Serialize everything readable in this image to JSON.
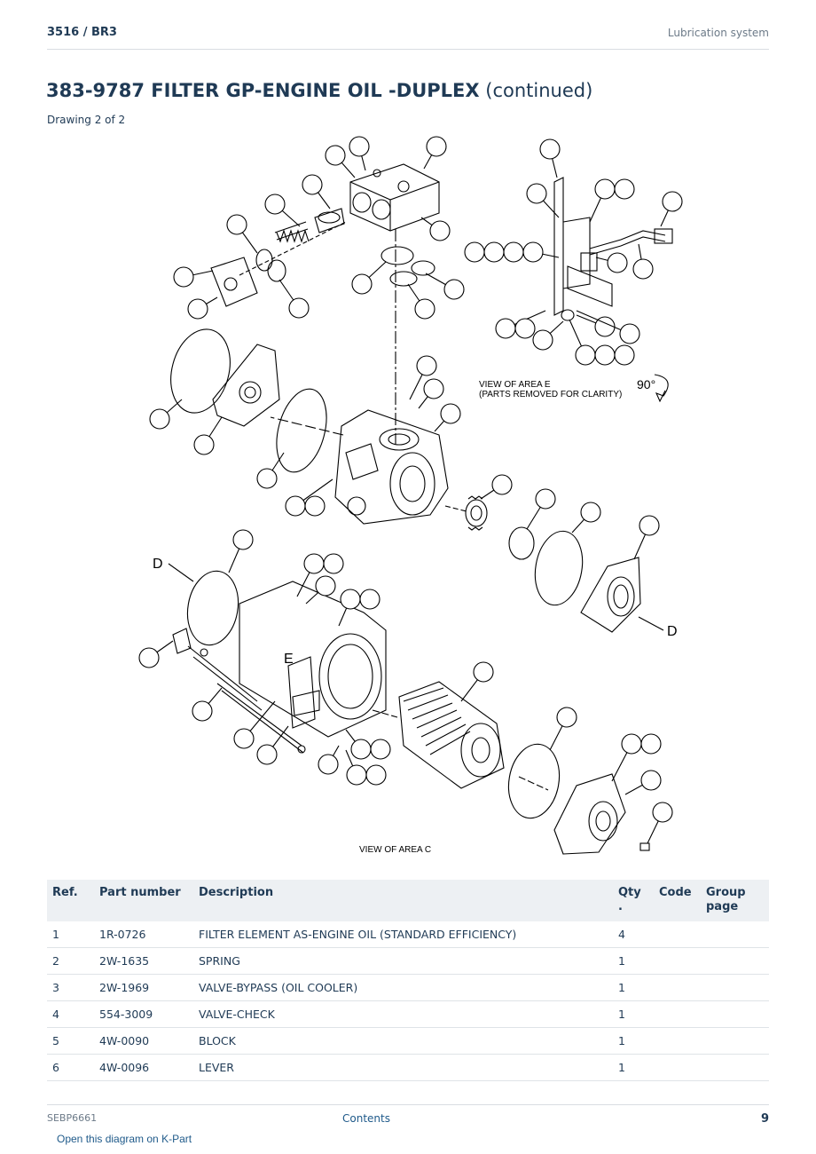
{
  "header": {
    "left": "3516  /  BR3",
    "right": "Lubrication system"
  },
  "title": {
    "main": "383-9787 FILTER GP-ENGINE OIL -DUPLEX",
    "suffix": "(continued)"
  },
  "subtitle": "Drawing 2 of 2",
  "diagram": {
    "label_area_e": [
      "VIEW OF AREA E",
      "(PARTS REMOVED FOR CLARITY)"
    ],
    "label_area_c": "VIEW OF AREA C",
    "rotation": "90°",
    "letter_d": "D",
    "letter_e": "E"
  },
  "table": {
    "headers": {
      "ref": "Ref.",
      "part": "Part number",
      "desc": "Description",
      "qty": "Qty\n.",
      "code": "Code",
      "group": "Group\npage"
    },
    "rows": [
      {
        "ref": "1",
        "part": "1R-0726",
        "desc": "FILTER ELEMENT AS-ENGINE OIL (STANDARD EFFICIENCY)",
        "qty": "4",
        "code": "",
        "group": ""
      },
      {
        "ref": "2",
        "part": "2W-1635",
        "desc": "SPRING",
        "qty": "1",
        "code": "",
        "group": ""
      },
      {
        "ref": "3",
        "part": "2W-1969",
        "desc": "VALVE-BYPASS (OIL COOLER)",
        "qty": "1",
        "code": "",
        "group": ""
      },
      {
        "ref": "4",
        "part": "554-3009",
        "desc": "VALVE-CHECK",
        "qty": "1",
        "code": "",
        "group": ""
      },
      {
        "ref": "5",
        "part": "4W-0090",
        "desc": "BLOCK",
        "qty": "1",
        "code": "",
        "group": ""
      },
      {
        "ref": "6",
        "part": "4W-0096",
        "desc": "LEVER",
        "qty": "1",
        "code": "",
        "group": ""
      }
    ]
  },
  "footer": {
    "doc_id": "SEBP6661",
    "contents": "Contents",
    "page": "9"
  },
  "kpart_link": "Open this diagram on K-Part"
}
